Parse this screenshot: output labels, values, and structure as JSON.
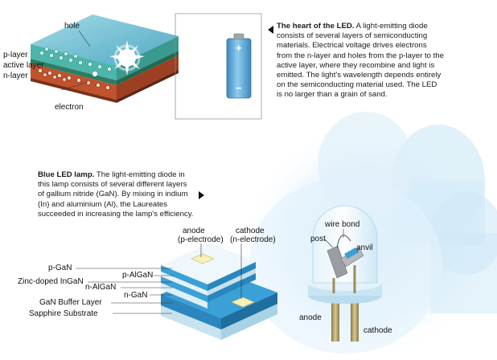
{
  "top_section": {
    "labels": {
      "hole": "hole",
      "p_layer": "p-layer",
      "active_layer": "active layer",
      "n_layer": "n-layer",
      "electron": "electron"
    },
    "battery": {
      "plus": "+",
      "minus": "−"
    },
    "caption_title": "The heart of the LED.",
    "caption_body": " A light-emitting diode consists of several layers of semiconducting materials. Electrical voltage drives electrons from the n-layer and holes from the p-layer to the active layer, where they recombine and light is emitted. The light's wavelength depends entirely on the semiconducting material used. The LED is no larger than a grain of sand."
  },
  "bottom_section": {
    "caption_title": "Blue LED lamp.",
    "caption_body": " The light-emitting diode in this lamp consists of several different layers of gallium nitride (GaN). By mixing in indium (In) and aluminium (Al), the Laureates succeeded in increasing the lamp's efficiency.",
    "chip_labels": {
      "anode": "anode",
      "anode_sub": "(p-electrode)",
      "cathode": "cathode",
      "cathode_sub": "(n-electrode)",
      "p_gan": "p-GaN",
      "p_algan": "p-AlGaN",
      "zinc_ingan": "Zinc-doped InGaN",
      "n_algan": "n-AlGaN",
      "n_gan": "n-GaN",
      "buffer": "GaN Buffer Layer",
      "sapphire": "Sapphire Substrate"
    },
    "lamp_labels": {
      "wire_bond": "wire bond",
      "post": "post",
      "anvil": "anvil",
      "anode": "anode",
      "cathode": "cathode"
    }
  },
  "colors": {
    "p_layer": "#4db6ac",
    "active_layer": "#2e7d62",
    "n_layer": "#c0522d",
    "slab_top": "#7cc7d8",
    "battery": "#5aa8d6",
    "chip_blue": "#3aa0d6",
    "bulb": "#cfe9f6"
  }
}
